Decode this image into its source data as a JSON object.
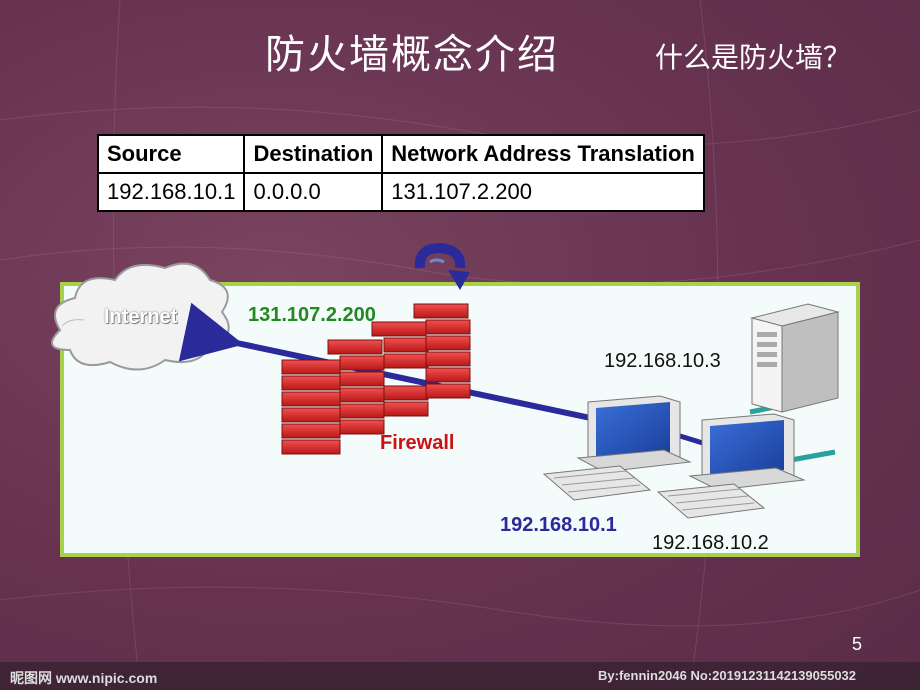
{
  "title": "防火墙概念介绍",
  "subtitle": "什么是防火墙？",
  "table": {
    "headers": [
      "Source",
      "Destination",
      "Network Address Translation"
    ],
    "rows": [
      [
        "192.168.10.1",
        "0.0.0.0",
        "131.107.2.200"
      ]
    ]
  },
  "diagram": {
    "internet_label": "Internet",
    "public_ip": "131.107.2.200",
    "firewall_label": "Firewall",
    "server_ip": "192.168.10.3",
    "client1_ip": "192.168.10.1",
    "client2_ip": "192.168.10.2"
  },
  "colors": {
    "background": "#6a3550",
    "diagram_border": "#a8d04a",
    "public_ip_color": "#228822",
    "firewall_color": "#cc1111",
    "client_ip_color": "#2a2a9a"
  },
  "page_number": "5",
  "footer": {
    "left": "昵图网 www.nipic.com",
    "right": "By:fennin2046 No:20191231142139055032"
  }
}
